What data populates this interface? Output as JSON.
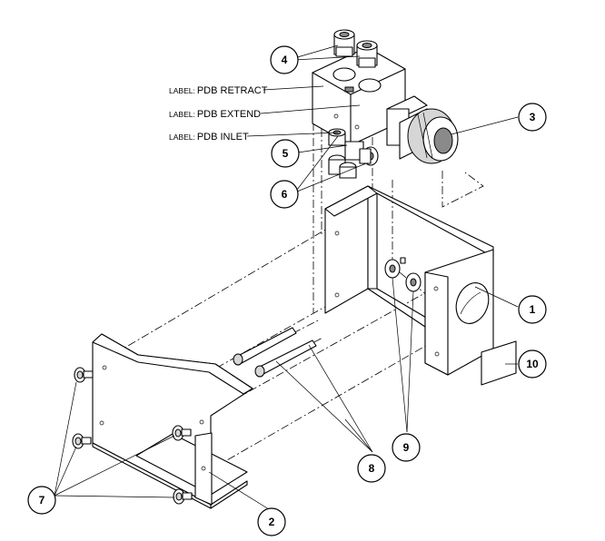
{
  "labels": [
    {
      "prefix": "LABEL:",
      "text": "PDB RETRACT"
    },
    {
      "prefix": "LABEL:",
      "text": "PDB EXTEND"
    },
    {
      "prefix": "LABEL:",
      "text": "PDB INLET"
    }
  ],
  "callouts": [
    "1",
    "2",
    "3",
    "4",
    "5",
    "6",
    "7",
    "8",
    "9",
    "10"
  ]
}
